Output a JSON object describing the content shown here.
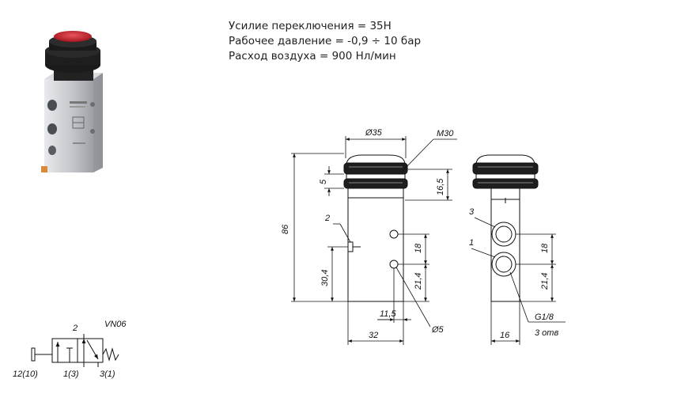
{
  "specs": {
    "switching_force": "Усилие переключения = 35Н",
    "working_pressure": "Рабочее давление = -0,9 ÷ 10 бар",
    "air_flow": "Расход воздуха = 900 Нл/мин"
  },
  "drawing": {
    "dim_d35": "Ø35",
    "dim_m30": "M30",
    "dim_5": "5",
    "dim_16_5": "16,5",
    "dim_86": "86",
    "dim_30_4": "30,4",
    "dim_21_4_front": "21,4",
    "dim_18_front": "18",
    "dim_11_5": "11,5",
    "dim_32": "32",
    "dim_d5": "Ø5",
    "label_2": "2",
    "label_3": "3",
    "label_1": "1",
    "dim_18_side": "18",
    "dim_21_4_side": "21,4",
    "dim_16": "16",
    "thread_g18": "G1/8",
    "thread_holes": "3 отв"
  },
  "schematic": {
    "model": "VN06",
    "port_2": "2",
    "port_12_10": "12(10)",
    "port_1_3": "1(3)",
    "port_3_1": "3(1)"
  },
  "colors": {
    "button_red": "#c8202a",
    "body_silver": "#c9ccd0",
    "cap_black": "#1b1b1b"
  }
}
